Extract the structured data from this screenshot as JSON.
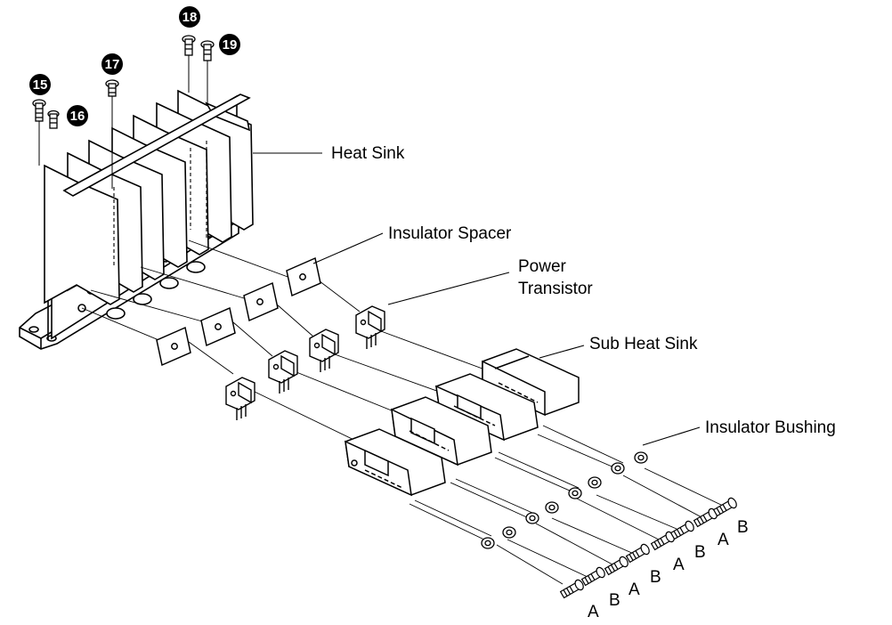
{
  "labels": {
    "heat_sink": "Heat Sink",
    "insulator_spacer": "Insulator Spacer",
    "power_transistor_line1": "Power",
    "power_transistor_line2": "Transistor",
    "sub_heat_sink": "Sub Heat Sink",
    "insulator_bushing": "Insulator Bushing"
  },
  "screw_numbers": [
    "15",
    "16",
    "17",
    "18",
    "19"
  ],
  "screw_letters": [
    "A",
    "B",
    "A",
    "B",
    "A",
    "B",
    "A",
    "B"
  ],
  "colors": {
    "ink": "#000000",
    "paper": "#ffffff",
    "fill": "#ffffff"
  }
}
